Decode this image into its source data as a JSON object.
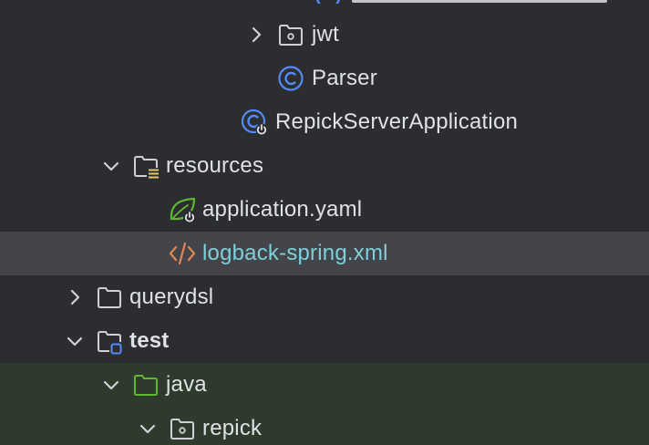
{
  "tree": {
    "rows": [
      {
        "label": "jwt",
        "kind": "package",
        "expanded": false
      },
      {
        "label": "Parser",
        "kind": "class"
      },
      {
        "label": "RepickServerApplication",
        "kind": "spring-boot-class"
      },
      {
        "label": "resources",
        "kind": "resources-folder",
        "expanded": true
      },
      {
        "label": "application.yaml",
        "kind": "spring-config"
      },
      {
        "label": "logback-spring.xml",
        "kind": "xml-file",
        "selected": true
      },
      {
        "label": "querydsl",
        "kind": "folder",
        "expanded": false
      },
      {
        "label": "test",
        "kind": "module-folder",
        "expanded": true
      },
      {
        "label": "java",
        "kind": "test-source-folder",
        "expanded": true
      },
      {
        "label": "repick",
        "kind": "package",
        "expanded": true
      }
    ]
  },
  "colors": {
    "background": "#2b2d30",
    "selected_row": "#43454a",
    "test_row": "#2d3a2c",
    "text": "#dfe1e5",
    "xml_text": "#7ecfd8",
    "class_icon": "#548af7",
    "folder_icon": "#ced0d6",
    "resources_accent": "#e8c46a",
    "spring_icon": "#5fb832",
    "xml_icon": "#e08855",
    "test_folder": "#5fb832"
  }
}
